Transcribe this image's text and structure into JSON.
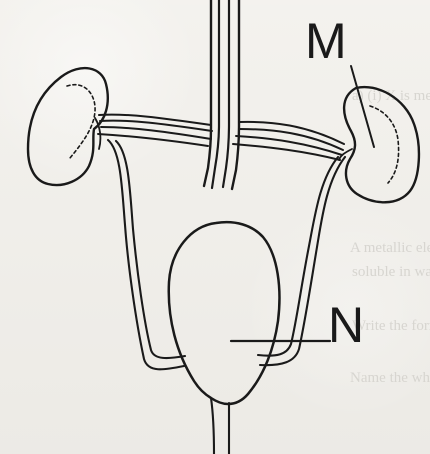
{
  "diagram": {
    "labels": {
      "m": "M",
      "n": "N"
    },
    "colors": {
      "background": "#f1efea",
      "ink": "#1a1a1a",
      "bleed": "#d7d5d0"
    }
  },
  "background_text": {
    "line_1": "a) (i) X is mean of the valence of an element...",
    "line_2": "A metallic element X burns in oxygen...",
    "line_3": "soluble in water giving an alkaline solution...",
    "line_4": "Write the formula of X?",
    "line_5": "Name the white powder."
  }
}
